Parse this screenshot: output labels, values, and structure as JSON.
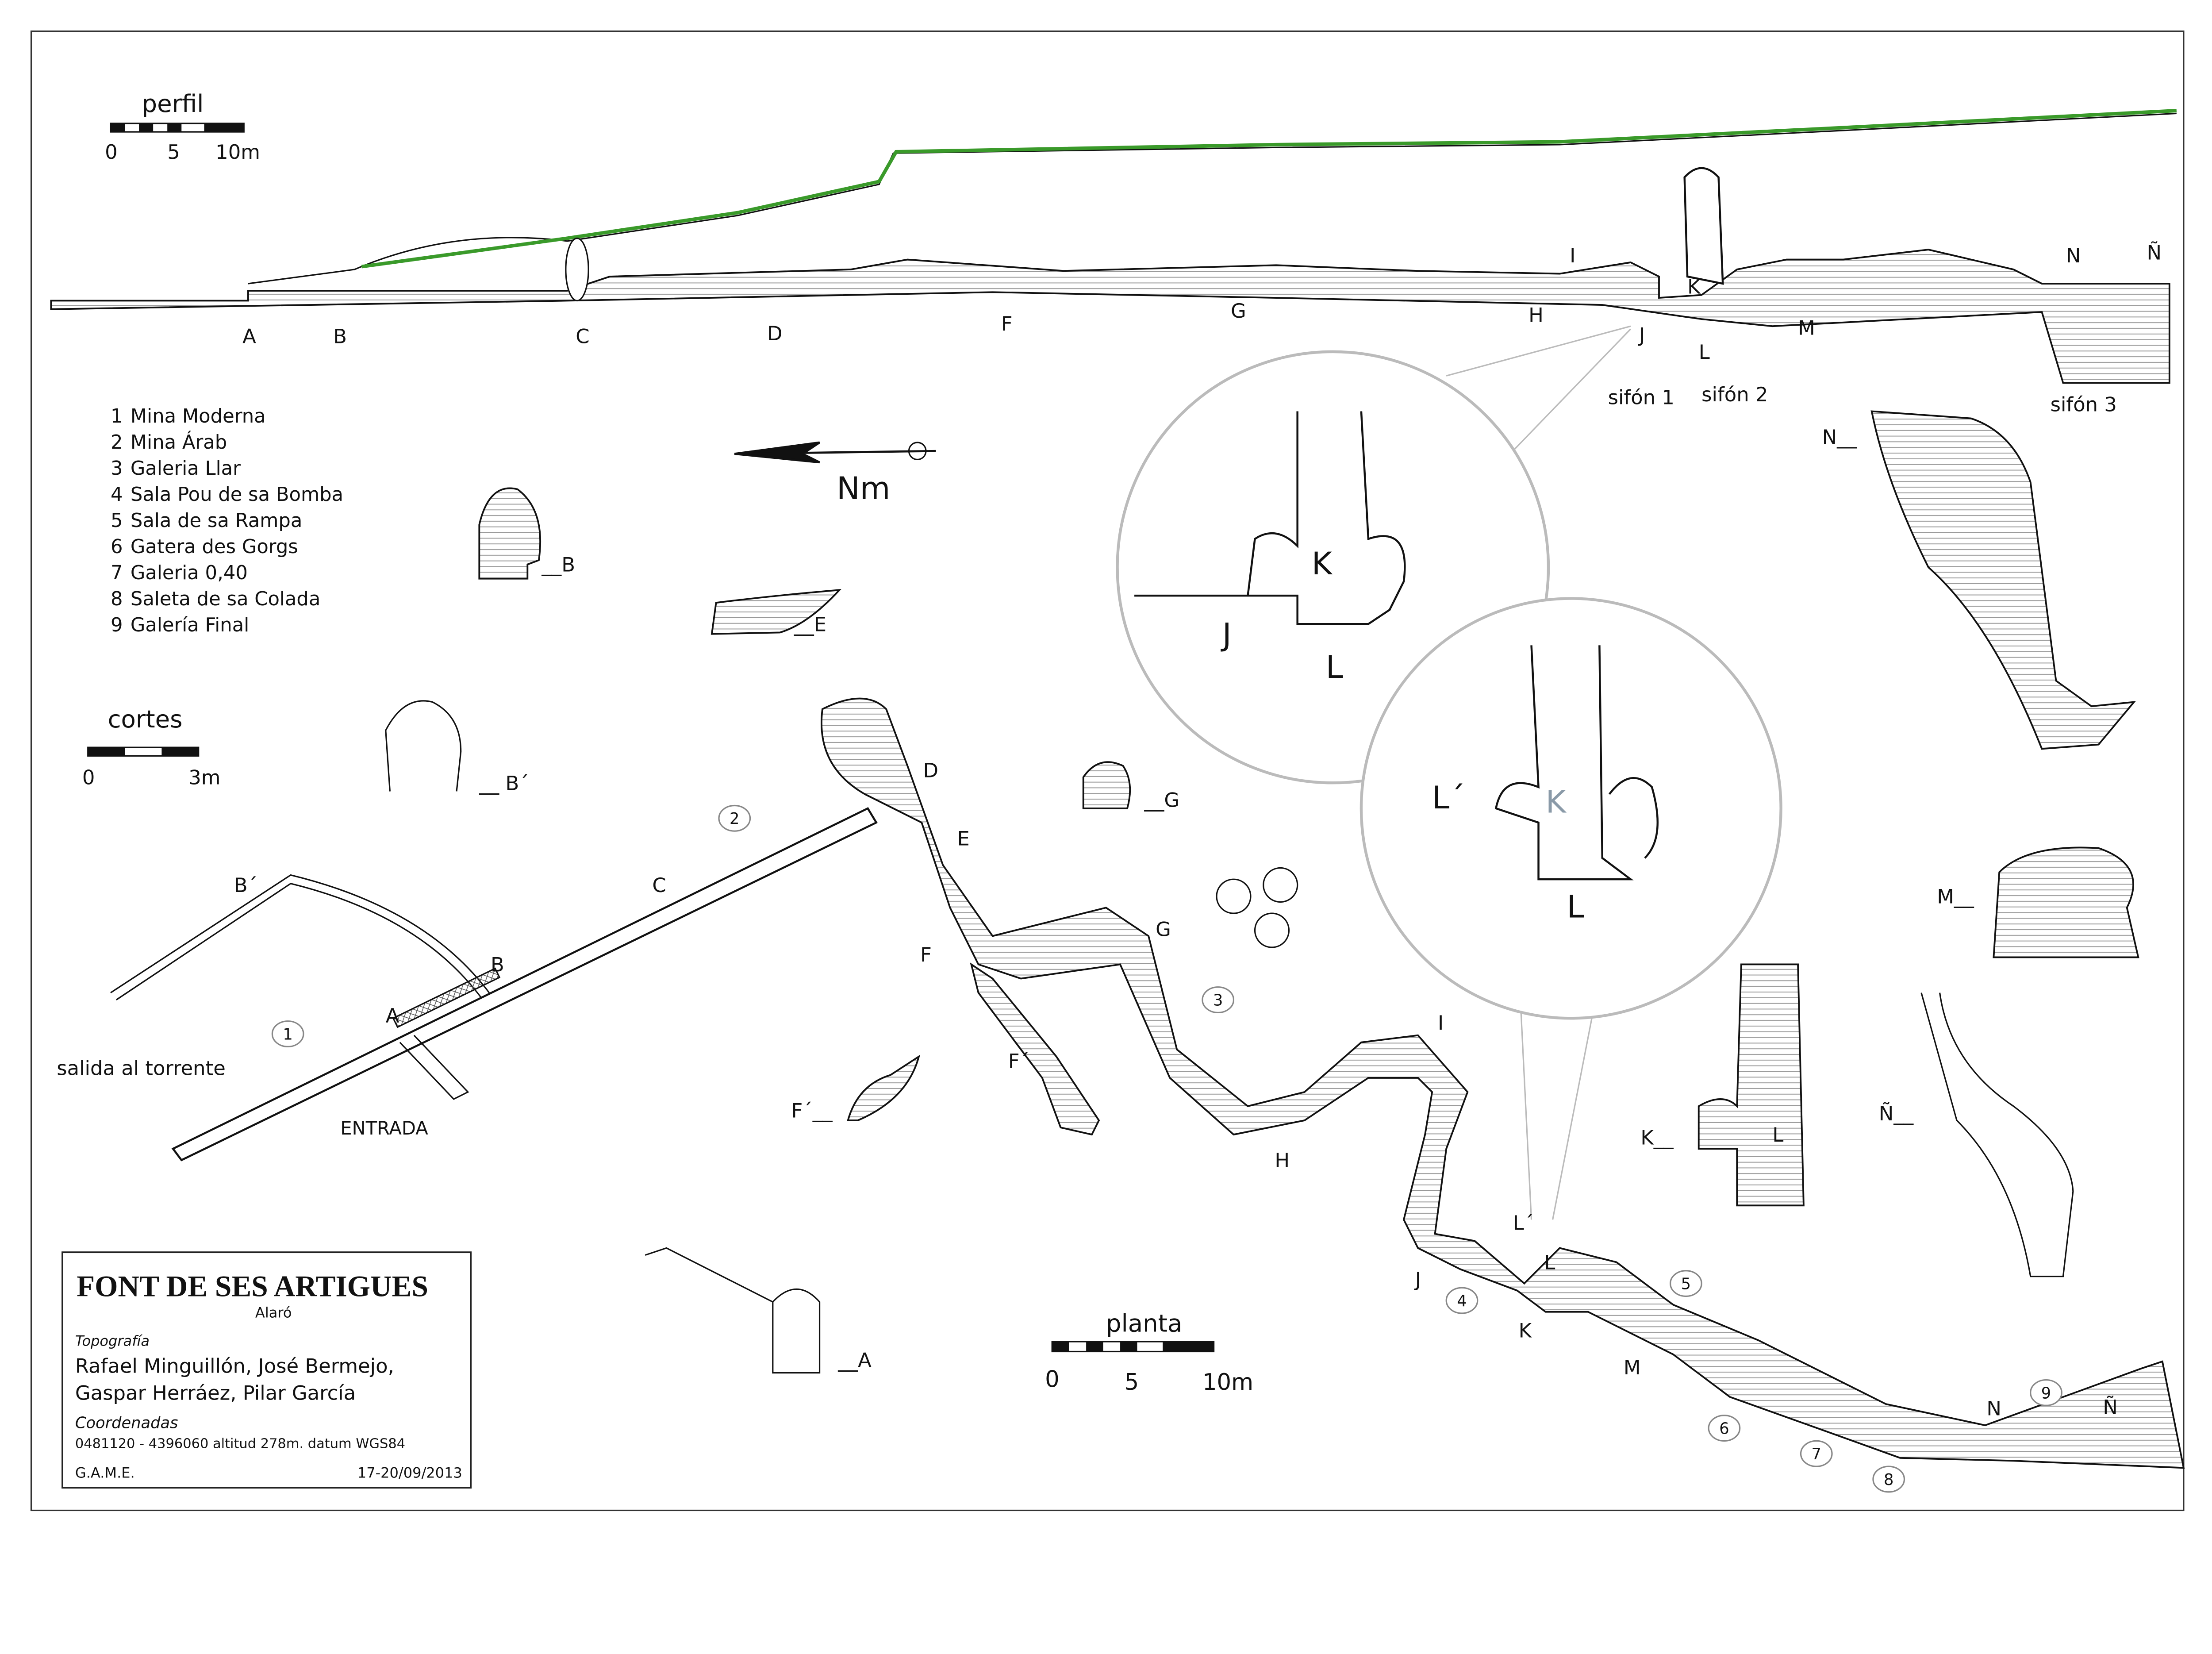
{
  "title": "FONT DE SES ARTIGUES",
  "municipality": "Alaró",
  "credits": {
    "topografia_label": "Topografía",
    "authors_line1": "Rafael Minguillón, José Bermejo,",
    "authors_line2": "Gaspar Herráez, Pilar García",
    "coordenadas_label": "Coordenadas",
    "coordinates": "0481120 - 4396060  altitud 278m.   datum WGS84",
    "group": "G.A.M.E.",
    "date": "17-20/09/2013"
  },
  "scales": {
    "perfil": {
      "title": "perfil",
      "t0": "0",
      "t1": "5",
      "t2": "10m"
    },
    "cortes": {
      "title": "cortes",
      "t0": "0",
      "t1": "3m"
    },
    "planta": {
      "title": "planta",
      "t0": "0",
      "t1": "5",
      "t2": "10m"
    }
  },
  "north": "Nm",
  "legend": [
    {
      "n": "1",
      "name": "Mina Moderna"
    },
    {
      "n": "2",
      "name": "Mina Árab"
    },
    {
      "n": "3",
      "name": "Galeria Llar"
    },
    {
      "n": "4",
      "name": "Sala Pou de sa Bomba"
    },
    {
      "n": "5",
      "name": "Sala de sa Rampa"
    },
    {
      "n": "6",
      "name": "Gatera des Gorgs"
    },
    {
      "n": "7",
      "name": "Galeria 0,40"
    },
    {
      "n": "8",
      "name": "Saleta de sa Colada"
    },
    {
      "n": "9",
      "name": "Galería Final"
    }
  ],
  "profile_labels": {
    "A": "A",
    "B": "B",
    "C": "C",
    "D": "D",
    "F": "F",
    "G": "G",
    "H": "H",
    "I": "I",
    "J": "J",
    "K": "K",
    "L": "L",
    "M": "M",
    "N": "N",
    "Ñ": "Ñ",
    "sifon1": "sifón 1",
    "sifon2": "sifón 2",
    "sifon3": "sifón 3"
  },
  "section_labels": {
    "B": "__B",
    "E": "__E",
    "Bp": "__ B´",
    "G": "__G",
    "Fp": "F´__",
    "A": "__A",
    "N": "N__",
    "M": "M__",
    "K": "K__",
    "L": "L",
    "Ñ": "Ñ__"
  },
  "detail_labels": {
    "J": "J",
    "K": "K",
    "L": "L",
    "Lp": "L´",
    "K2": "K",
    "L2": "L"
  },
  "plan_labels": {
    "Bp": "B´",
    "C": "C",
    "B": "B",
    "A": "A",
    "D": "D",
    "E": "E",
    "F": "F",
    "G": "G",
    "Fp": "F´",
    "H": "H",
    "I": "I",
    "J": "J",
    "K": "K",
    "Lp": "L´",
    "L": "L",
    "M": "M",
    "N": "N",
    "Ñ": "Ñ",
    "salida": "salida al torrente",
    "entrada": "ENTRADA"
  },
  "zones": [
    "1",
    "2",
    "3",
    "4",
    "5",
    "6",
    "7",
    "8",
    "9"
  ],
  "colors": {
    "line": "#111111",
    "grass": "#3a9a2a",
    "lens": "#bbbbbb",
    "faded_label": "#8a9aa8"
  }
}
